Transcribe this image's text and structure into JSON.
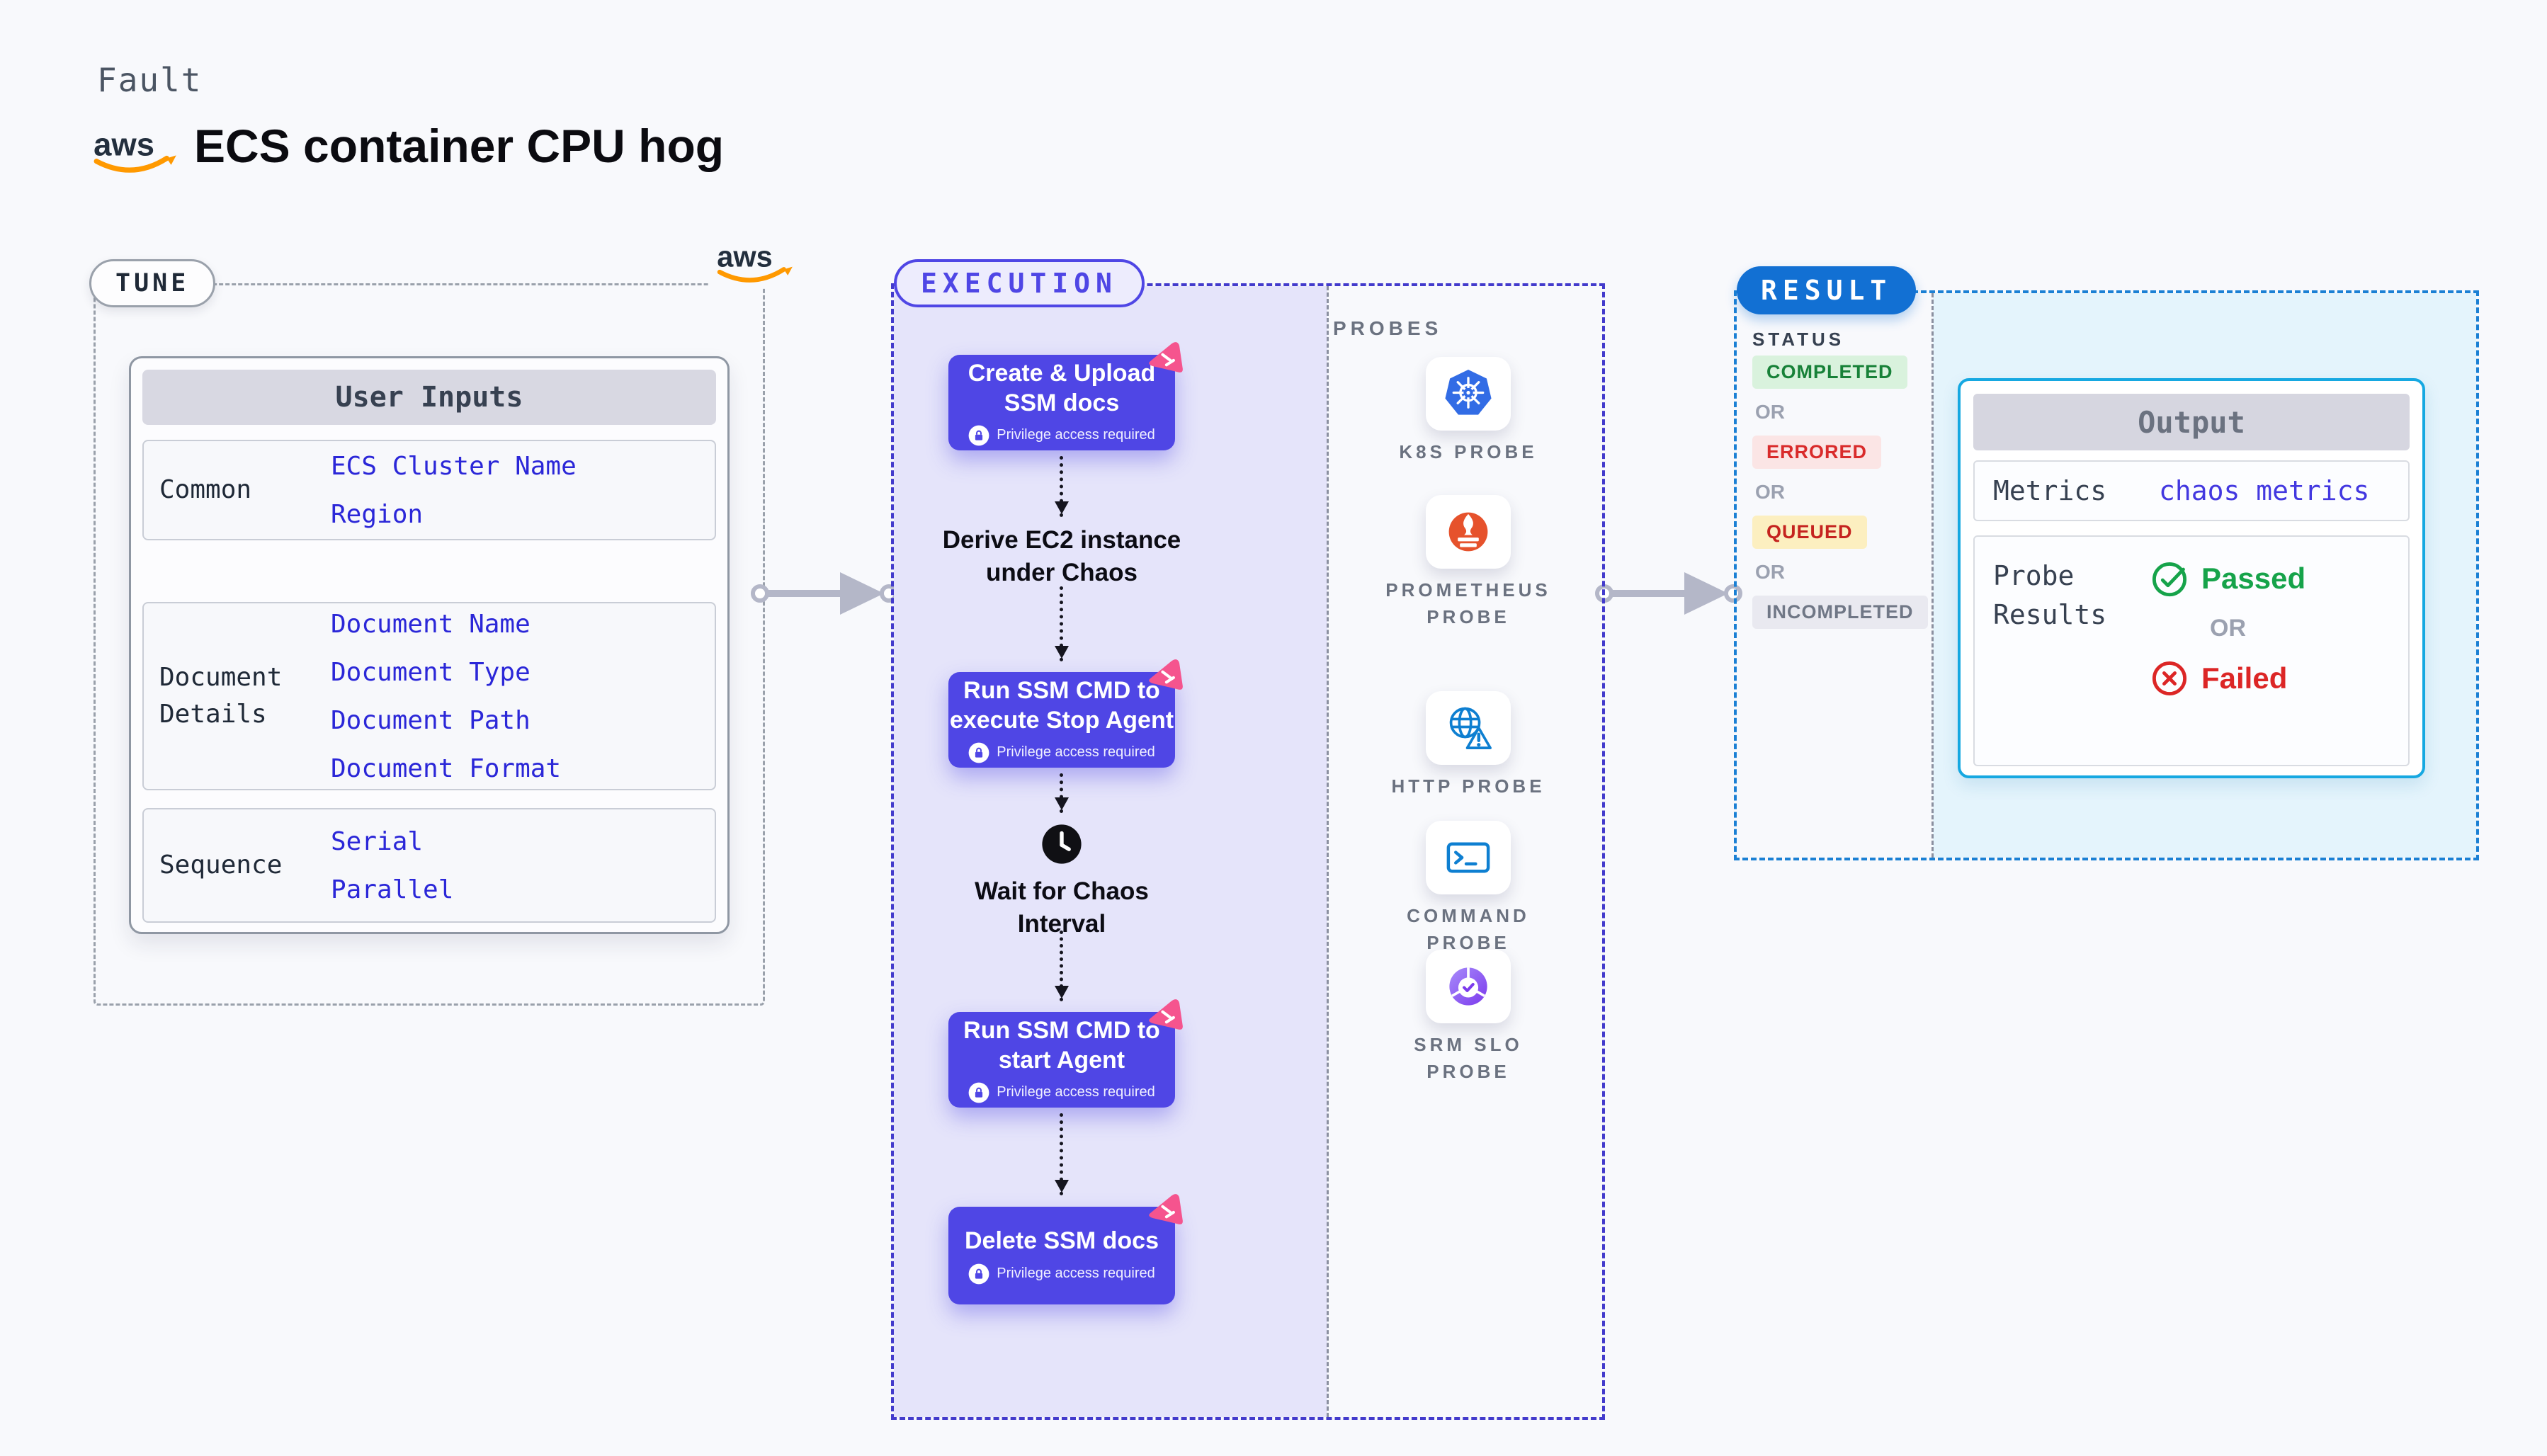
{
  "header": {
    "kicker": "Fault",
    "title": "ECS container CPU hog"
  },
  "tune": {
    "label": "TUNE",
    "card_title": "User Inputs",
    "rows": [
      {
        "label": "Common",
        "values": [
          "ECS Cluster Name",
          "Region"
        ]
      },
      {
        "label": "Document\nDetails",
        "values": [
          "Document Name",
          "Document Type",
          "Document Path",
          "Document Format"
        ]
      },
      {
        "label": "Sequence",
        "values": [
          "Serial",
          "Parallel"
        ]
      }
    ]
  },
  "execution": {
    "label": "EXECUTION",
    "privilege_label": "Privilege access required",
    "steps": {
      "step1": "Create & Upload\nSSM docs",
      "derive": "Derive EC2 instance\nunder Chaos",
      "step2": "Run SSM CMD to\nexecute Stop Agent",
      "wait": "Wait for Chaos\nInterval",
      "step3": "Run SSM CMD to\nstart Agent",
      "step4": "Delete SSM docs"
    },
    "probes": {
      "label": "PROBES",
      "items": [
        "K8S PROBE",
        "PROMETHEUS\nPROBE",
        "HTTP PROBE",
        "COMMAND\nPROBE",
        "SRM SLO\nPROBE"
      ]
    }
  },
  "result": {
    "label": "RESULT",
    "status_label": "STATUS",
    "or_label": "OR",
    "statuses": [
      "COMPLETED",
      "ERRORED",
      "QUEUED",
      "INCOMPLETED"
    ],
    "output": {
      "title": "Output",
      "metrics_label": "Metrics",
      "metrics_value": "chaos metrics",
      "probe_results_label": "Probe\nResults",
      "passed_label": "Passed",
      "failed_label": "Failed"
    }
  },
  "colors": {
    "accent_indigo": "#4f46e5",
    "lavender_bg": "#e5e4fa",
    "result_blue": "#1270d3",
    "cyan_bg": "#e4f4fc",
    "output_border_cyan": "#16a8e1",
    "completed_green": "#178138",
    "errored_red": "#d92b2b",
    "queued_amber_bg": "#fcefc0",
    "incompleted_gray": "#707786",
    "passed_green": "#16a34a",
    "failed_red": "#dc2626",
    "kubernetes_blue": "#326ce5",
    "prometheus_orange": "#e6522c",
    "probe_icon_blue": "#0e7fd1",
    "srm_purple": "#7c3aed",
    "ribbon_pink": "#f5548e",
    "aws_orange": "#ff9900",
    "arrow_gray": "#b4b7c8"
  }
}
